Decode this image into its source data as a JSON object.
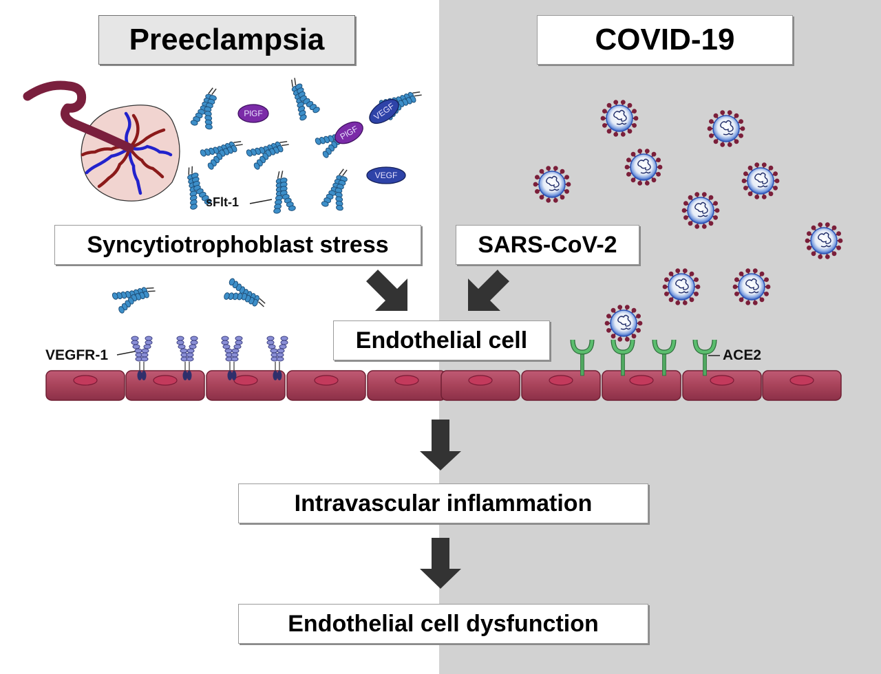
{
  "diagram": {
    "left_panel": {
      "title": "Preeclampsia",
      "cause_label": "Syncytiotrophoblast stress",
      "molecule_labels": {
        "sflt1": "sFlt-1",
        "plgf": "PlGF",
        "vegf": "VEGF"
      },
      "receptor_label": "VEGFR-1",
      "background_color": "#ffffff"
    },
    "right_panel": {
      "title": "COVID-19",
      "cause_label": "SARS-CoV-2",
      "receptor_label": "ACE2",
      "background_color": "#d2d2d2"
    },
    "convergence_label": "Endothelial cell",
    "flow": [
      {
        "step": "Intravascular inflammation"
      },
      {
        "step": "Endothelial cell dysfunction"
      }
    ],
    "colors": {
      "arrow": "#333333",
      "cell_fill": "#a8435a",
      "nucleus": "#c33a5c",
      "sflt_blue": "#3d8fc9",
      "vegfr_purple": "#8a8fd6",
      "vegf_blue": "#2e43a8",
      "plgf_purple": "#7b2ba8",
      "ace2_green": "#4fa860",
      "virus_spike": "#7b1f3a",
      "virus_shell": "#3e6fc9",
      "placenta_fill": "#f1d4d0",
      "cord": "#7a1f3d"
    }
  }
}
